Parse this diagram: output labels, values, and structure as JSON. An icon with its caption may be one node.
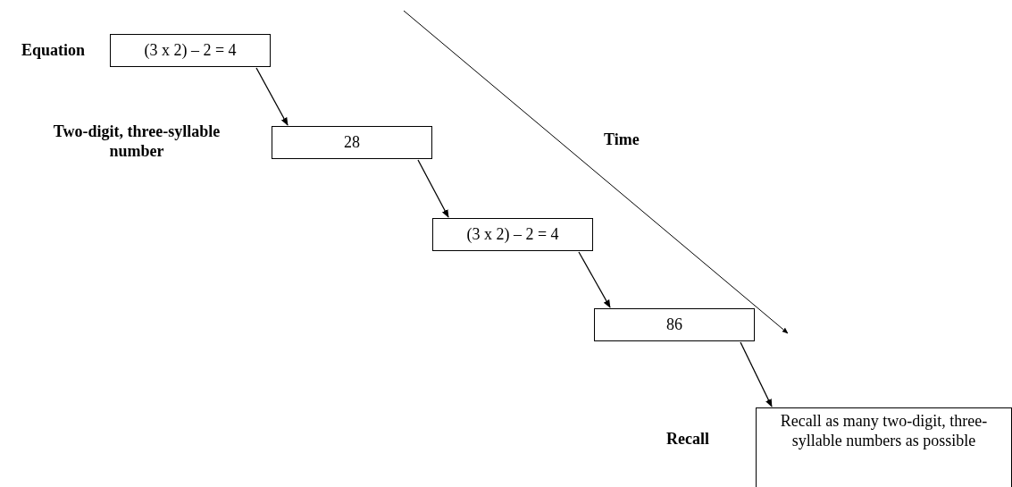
{
  "diagram": {
    "nodes": [
      {
        "text": [
          "(3 x 2) – 2 = 4"
        ],
        "beside": [
          "Equation"
        ]
      },
      {
        "text": [
          "28"
        ],
        "beside": [
          "Two-digit, three-syllable number"
        ]
      },
      {
        "text": [
          "(3 x 2) – 2 = 4"
        ]
      },
      {
        "text": [
          "86"
        ]
      },
      {
        "text": [
          "Recall as many two-digit, three-syllable numbers as possible"
        ],
        "beside": [
          "Recall"
        ]
      }
    ],
    "edges": [
      {
        "from": 0,
        "to": 1,
        "arrow": "to"
      },
      {
        "from": 1,
        "to": 2,
        "arrow": "to"
      },
      {
        "from": 2,
        "to": 3,
        "arrow": "to"
      },
      {
        "from": 3,
        "to": 4,
        "arrow": "to"
      }
    ],
    "labels": [
      "Time"
    ]
  }
}
